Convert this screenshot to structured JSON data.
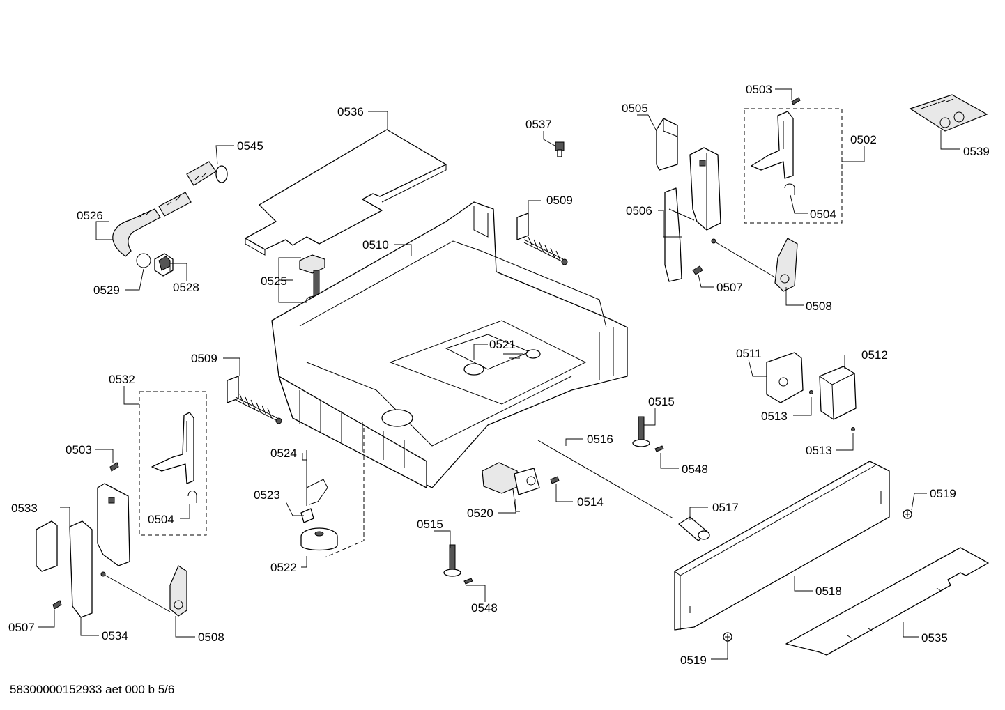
{
  "labels": {
    "p0536": "0536",
    "p0537": "0537",
    "p0505": "0505",
    "p0503a": "0503",
    "p0539": "0539",
    "p0502": "0502",
    "p0545": "0545",
    "p0509a": "0509",
    "p0506": "0506",
    "p0504a": "0504",
    "p0526": "0526",
    "p0510": "0510",
    "p0525": "0525",
    "p0507a": "0507",
    "p0529": "0529",
    "p0528": "0528",
    "p0508a": "0508",
    "p0521": "0521",
    "p0511": "0511",
    "p0512": "0512",
    "p0509b": "0509",
    "p0532": "0532",
    "p0515a": "0515",
    "p0513a": "0513",
    "p0516": "0516",
    "p0503b": "0503",
    "p0524": "0524",
    "p0548a": "0548",
    "p0513b": "0513",
    "p0523": "0523",
    "p0514": "0514",
    "p0533": "0533",
    "p0504b": "0504",
    "p0520": "0520",
    "p0517": "0517",
    "p0519a": "0519",
    "p0515b": "0515",
    "p0522": "0522",
    "p0518": "0518",
    "p0548b": "0548",
    "p0507b": "0507",
    "p0534": "0534",
    "p0508b": "0508",
    "p0535": "0535",
    "p0519b": "0519"
  },
  "footer": {
    "code": "58300000152933 aet 000 b 5/6"
  }
}
